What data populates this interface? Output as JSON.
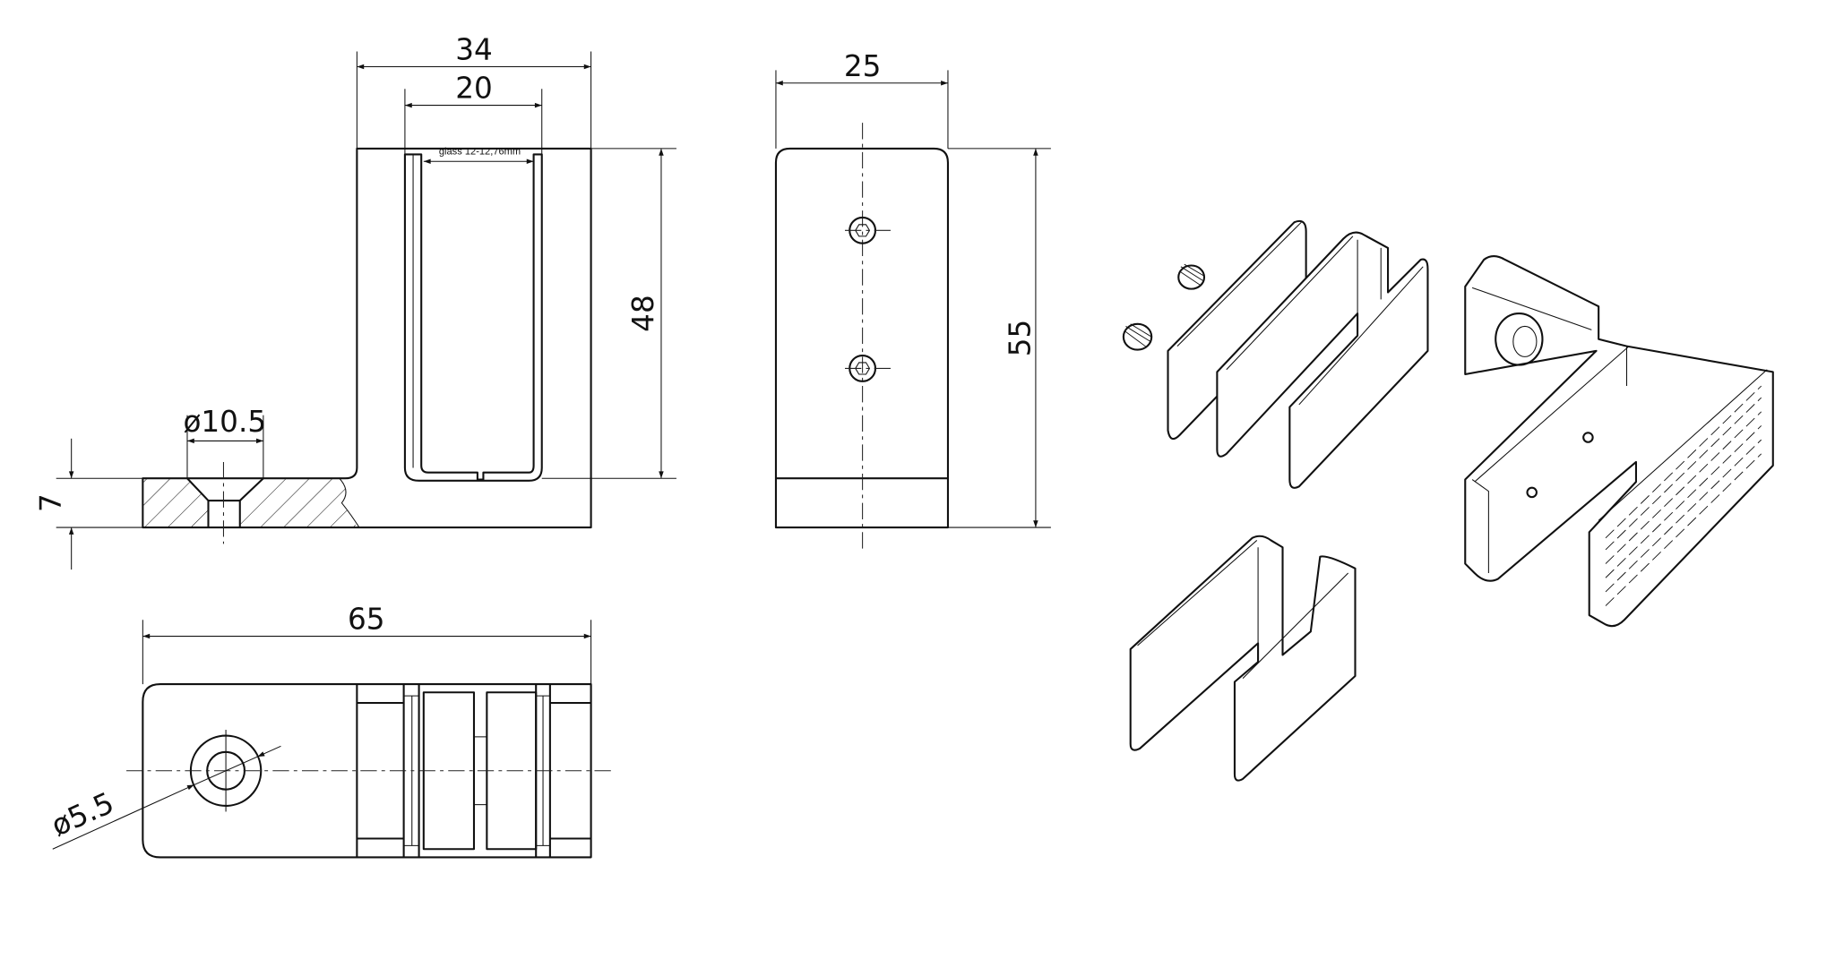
{
  "drawing": {
    "front_view": {
      "width_total": "34",
      "channel_width": "20",
      "glass_note": "glass 12-12,76mm",
      "channel_height": "48",
      "base_thickness": "7",
      "countersink_diameter": "ø10.5"
    },
    "side_view": {
      "width": "25",
      "height": "55"
    },
    "bottom_view": {
      "length": "65",
      "hole_diameter": "ø5.5"
    },
    "colors": {
      "line": "#111111",
      "background": "#ffffff"
    }
  }
}
